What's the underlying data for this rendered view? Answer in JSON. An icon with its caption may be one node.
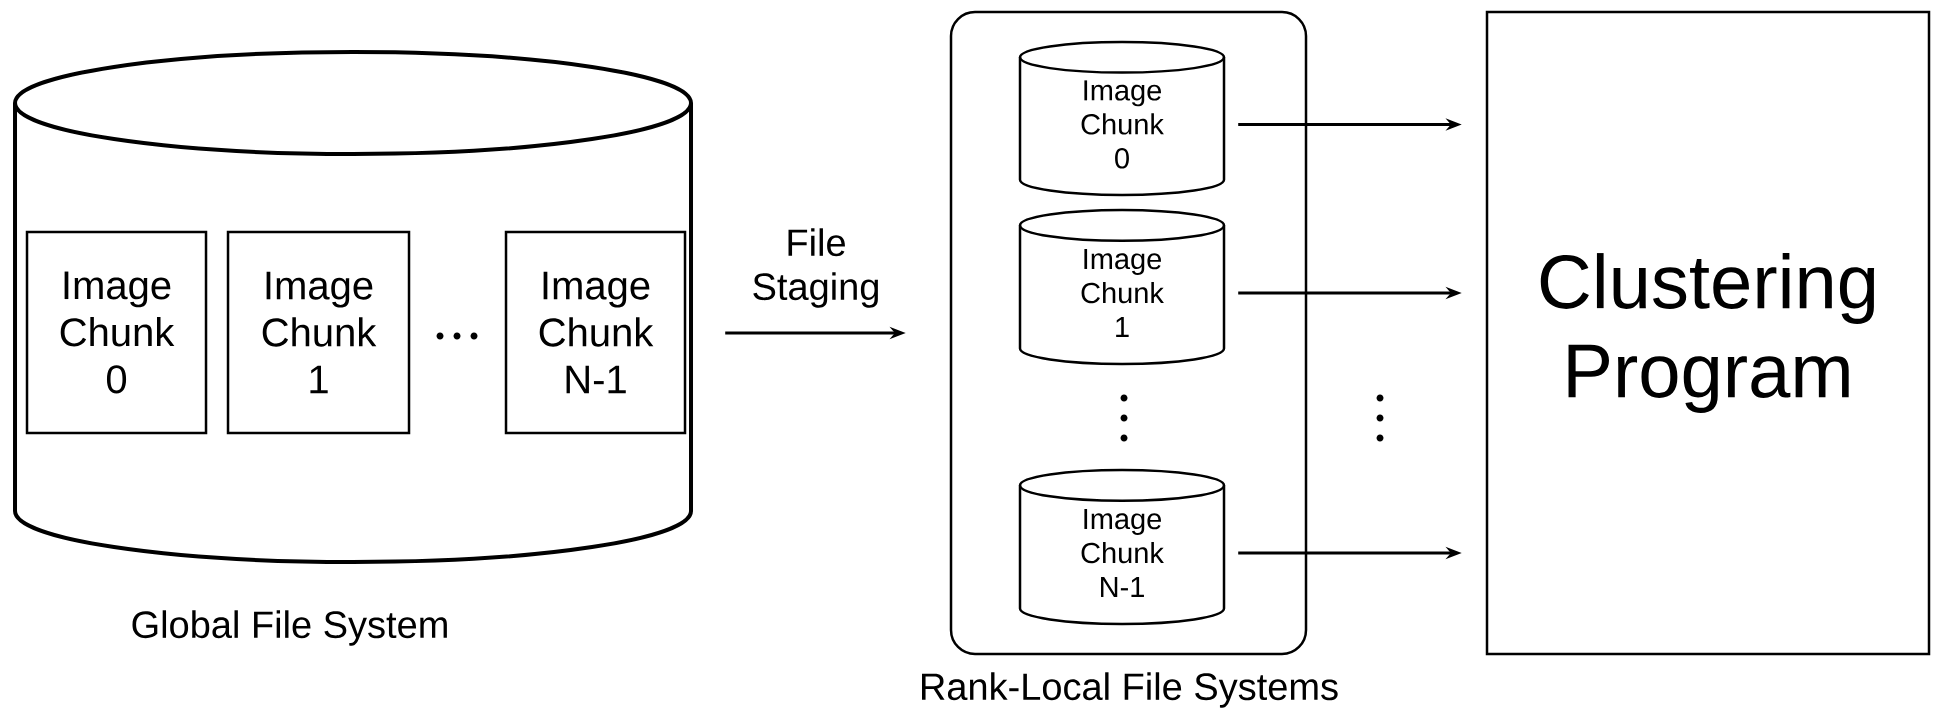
{
  "diagram": {
    "nodes": [
      {
        "text": [],
        "shape": "cylinder",
        "beside": [
          "Global File System"
        ]
      },
      {
        "text": [
          "Image Chunk 0"
        ],
        "in": 0
      },
      {
        "text": [
          "Image Chunk 1"
        ],
        "in": 0
      },
      {
        "text": [
          "Image Chunk N-1"
        ],
        "in": 0
      },
      {
        "text": [],
        "shape": "box",
        "beside": [
          "Rank-Local File Systems"
        ]
      },
      {
        "text": [
          "Image Chunk 0"
        ],
        "in": 4
      },
      {
        "text": [
          "Image Chunk 1"
        ],
        "in": 4
      },
      {
        "text": [
          "Image Chunk N-1"
        ],
        "in": 4
      },
      {
        "text": [
          "Clustering Program"
        ]
      }
    ],
    "edges": [
      {
        "from": 0,
        "to": 4,
        "arrow": "to",
        "label": "File Staging"
      },
      {
        "from": 5,
        "to": 8,
        "arrow": "to"
      },
      {
        "from": 6,
        "to": 8,
        "arrow": "to"
      },
      {
        "from": 7,
        "to": 8,
        "arrow": "to"
      }
    ]
  }
}
